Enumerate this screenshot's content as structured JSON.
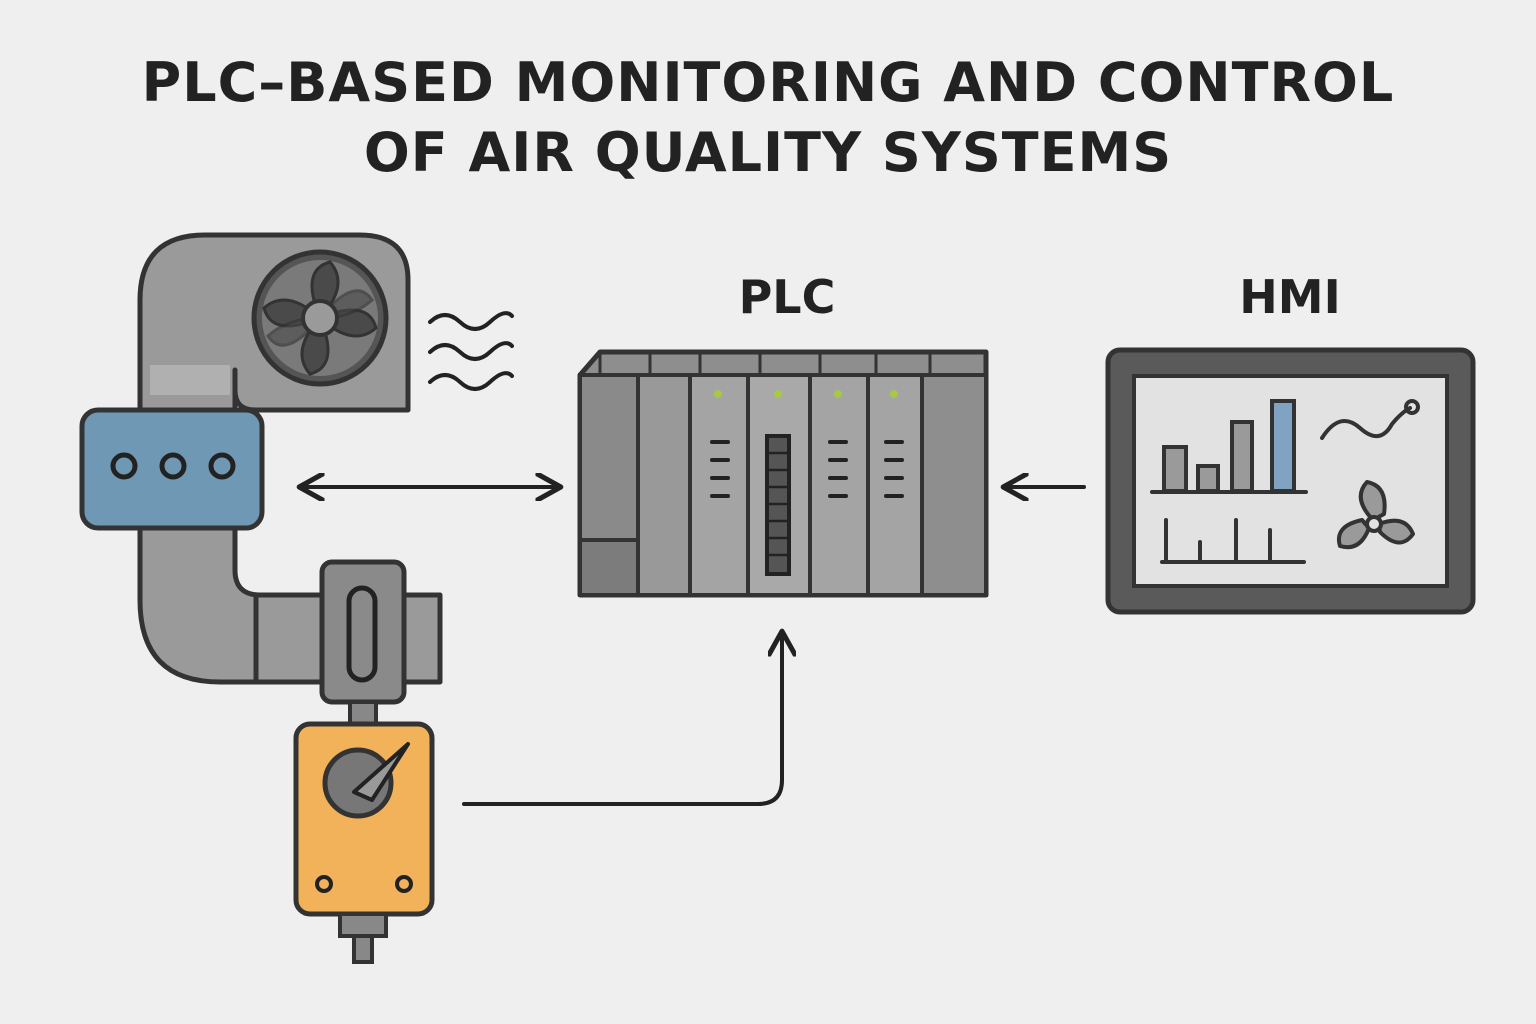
{
  "title": {
    "line1": "PLC–BASED MONITORING AND CONTROL",
    "line2": "OF AIR QUALITY SYSTEMS"
  },
  "labels": {
    "plc": "PLC",
    "hmi": "HMI"
  },
  "colors": {
    "background": "#efefef",
    "outline": "#333333",
    "metal": "#8f8f8f",
    "sensor_blue": "#6e98b4",
    "actuator_orange": "#f2b25a",
    "led_green": "#a8c84a",
    "screen": "#e2e2e2",
    "bar_blue": "#7fa3c0"
  },
  "icons": [
    "fan-icon",
    "airflow-icon",
    "sensor-icon",
    "valve-icon",
    "gauge-icon",
    "plc-rack-icon",
    "hmi-screen-icon",
    "bar-chart-icon",
    "trend-icon",
    "fan-blade-icon"
  ],
  "connections": [
    {
      "from": "sensor",
      "to": "plc",
      "direction": "bidirectional"
    },
    {
      "from": "hmi",
      "to": "plc",
      "direction": "one-way"
    },
    {
      "from": "actuator",
      "to": "plc",
      "direction": "one-way"
    }
  ]
}
